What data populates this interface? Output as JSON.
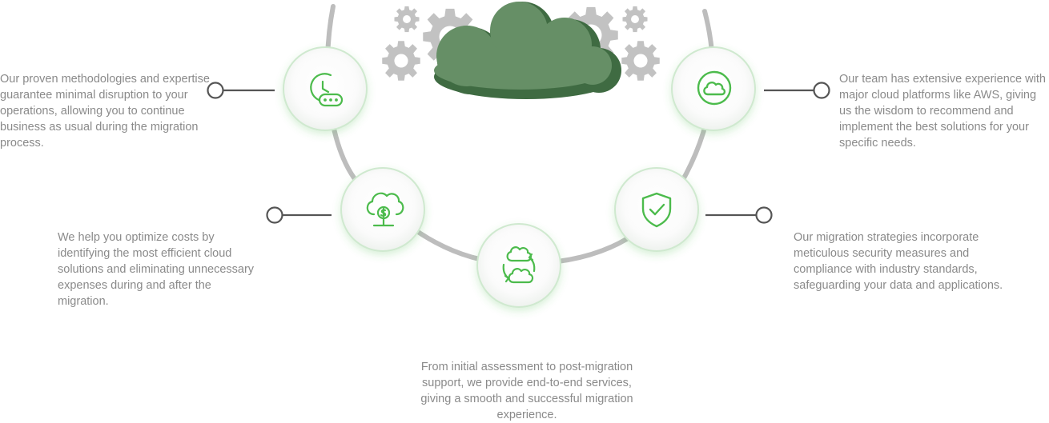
{
  "colors": {
    "accent_green": "#4cbb4c",
    "cloud_green": "#5f8960",
    "cloud_dark": "#3f6b42",
    "arc_gray": "#bdbdbd",
    "gear_gray": "#bfbfbf",
    "connector": "#555555",
    "text_gray": "#8a8a8a"
  },
  "header_graphic": {
    "icon": "cloud-with-gears-icon"
  },
  "features": [
    {
      "id": "minimal-disruption",
      "icon": "clock-keyboard-icon",
      "description": "Our proven methodologies and expertise guarantee minimal disruption to your operations, allowing you to continue business as usual during the migration process."
    },
    {
      "id": "cost-optimization",
      "icon": "cloud-dollar-icon",
      "description": "We help you optimize costs by identifying the most efficient cloud solutions and eliminating unnecessary expenses during and after the migration."
    },
    {
      "id": "end-to-end",
      "icon": "cloud-sync-icon",
      "description": "From initial assessment to post-migration support, we provide end-to-end services, giving a smooth and successful migration experience."
    },
    {
      "id": "security",
      "icon": "shield-check-icon",
      "description": "Our migration strategies incorporate meticulous security measures and compliance with industry standards, safeguarding your data and applications."
    },
    {
      "id": "cloud-expertise",
      "icon": "cloud-icon",
      "description": "Our team has extensive experience with major cloud platforms like AWS, giving us the wisdom to recommend and implement the best solutions for your specific needs."
    }
  ]
}
